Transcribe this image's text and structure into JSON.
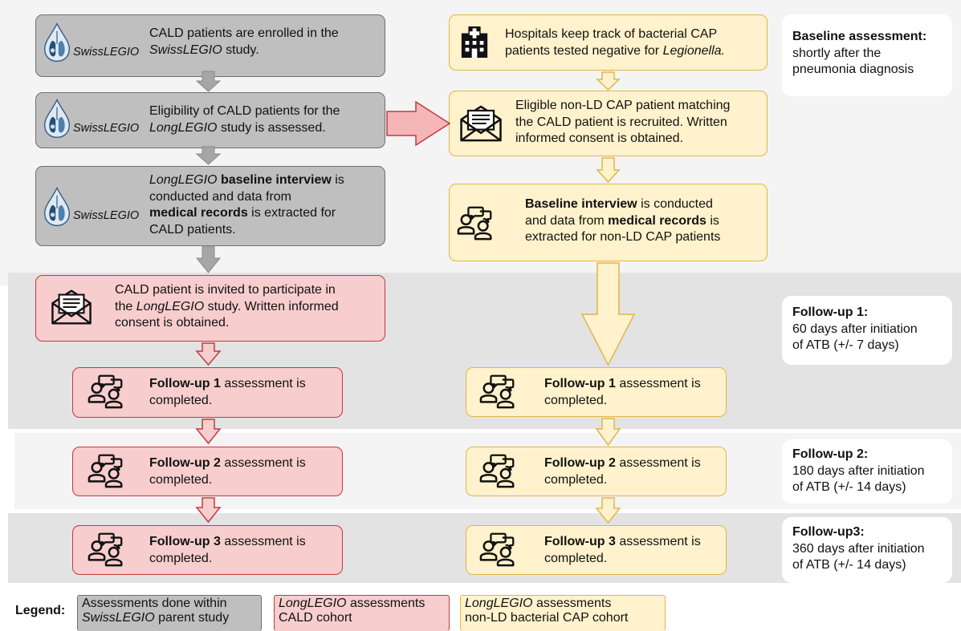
{
  "colors": {
    "gray_fill": "#bfbfbf",
    "red_fill": "#f7cdcd",
    "yellow_fill": "#fff2cc",
    "band_light": "#f4f4f4",
    "band_dark": "#e3e3e3"
  },
  "logo_text": "SwissLEGIO",
  "left": {
    "enroll": {
      "text_a": "CALD patients are enrolled in the",
      "text_b_italic": "SwissLEGIO",
      "text_b_rest": " study."
    },
    "eligibility": {
      "text_a": "Eligibility of CALD patients for the",
      "text_b_italic": "LongLEGIO",
      "text_b_rest": " study is assessed."
    },
    "baseline": {
      "line1_italic": "LongLEGIO",
      "line1_bold": " baseline interview",
      "line1_rest": " is",
      "line2": "conducted and data from",
      "line3_bold": "medical records",
      "line3_rest": " is extracted for",
      "line4": "CALD patients."
    },
    "invite": {
      "line1": "CALD patient is invited to participate in",
      "line2_pre": "the ",
      "line2_italic": "LongLEGIO",
      "line2_rest": " study. Written informed",
      "line3": "consent is obtained."
    },
    "fu1": {
      "bold": "Follow-up 1",
      "rest": " assessment is",
      "line2": "completed."
    },
    "fu2": {
      "bold": "Follow-up 2",
      "rest": " assessment is",
      "line2": "completed."
    },
    "fu3": {
      "bold": "Follow-up 3",
      "rest": " assessment is",
      "line2": "completed."
    }
  },
  "right": {
    "hospitals": {
      "line1": "Hospitals keep track of bacterial CAP",
      "line2_pre": "patients tested negative for ",
      "line2_italic": "Legionella."
    },
    "matching": {
      "line1": "Eligible non-LD CAP patient matching",
      "line2": "the CALD patient is recruited. Written",
      "line3": "informed consent is obtained."
    },
    "baseline": {
      "line1_bold": "Baseline interview",
      "line1_rest": " is conducted",
      "line2_pre": "and data from ",
      "line2_bold": "medical records",
      "line2_rest": " is",
      "line3": "extracted for non-LD CAP patients"
    },
    "fu1": {
      "bold": "Follow-up 1",
      "rest": " assessment is",
      "line2": "completed."
    },
    "fu2": {
      "bold": "Follow-up 2",
      "rest": " assessment is",
      "line2": "completed."
    },
    "fu3": {
      "bold": "Follow-up 3",
      "rest": " assessment is",
      "line2": "completed."
    }
  },
  "timeline": {
    "baseline": {
      "title": "Baseline assessment:",
      "line1": "shortly after the",
      "line2": "pneumonia diagnosis"
    },
    "fu1": {
      "title": "Follow-up 1:",
      "line1": "60 days after initiation",
      "line2": "of ATB (+/- 7 days)"
    },
    "fu2": {
      "title": "Follow-up 2:",
      "line1": "180 days after initiation",
      "line2": "of ATB (+/- 14 days)"
    },
    "fu3": {
      "title": "Follow-up3:",
      "line1": "360 days after initiation",
      "line2": "of ATB (+/- 14 days)"
    }
  },
  "legend": {
    "label": "Legend:",
    "gray": {
      "line1": "Assessments done within",
      "line2_italic": "SwissLEGIO",
      "line2_rest": " parent study"
    },
    "red": {
      "line1_italic": "LongLEGIO",
      "line1_rest": " assessments",
      "line2": "CALD cohort"
    },
    "yellow": {
      "line1_italic": "LongLEGIO",
      "line1_rest": " assessments",
      "line2": "non-LD bacterial CAP cohort"
    }
  }
}
